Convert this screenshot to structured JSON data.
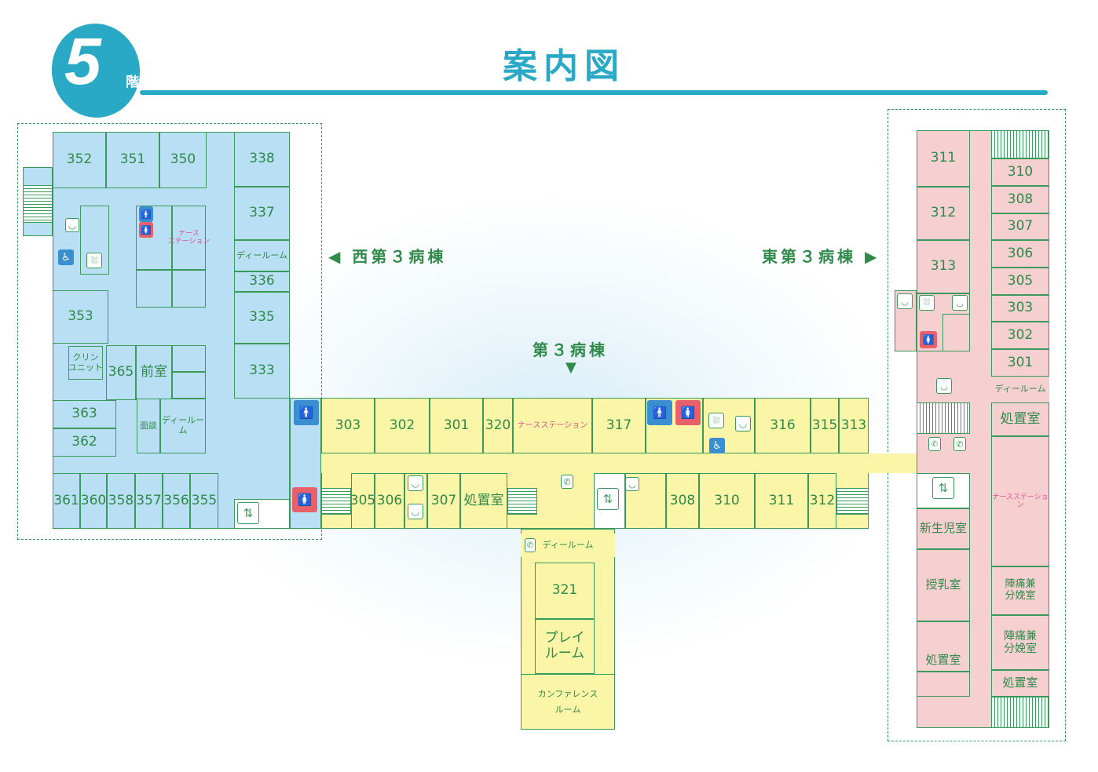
{
  "header": {
    "floor_number": "5",
    "floor_suffix": "階",
    "title": "案内図"
  },
  "wings": {
    "west": "◀ 西第３病棟",
    "east": "東第３病棟 ▶",
    "center": "第３病棟",
    "center_arrow": "▼"
  },
  "rooms": {
    "r352": "352",
    "r351": "351",
    "r350": "350",
    "r338": "338",
    "r337": "337",
    "r336": "336",
    "r335": "335",
    "r333": "333",
    "r353": "353",
    "r365": "365",
    "r363": "363",
    "r362": "362",
    "r361": "361",
    "r360": "360",
    "r358": "358",
    "r357": "357",
    "r356": "356",
    "r355": "355",
    "c303": "303",
    "c302": "302",
    "c301": "301",
    "c320": "320",
    "c317": "317",
    "c316": "316",
    "c315": "315",
    "c313": "313",
    "c305": "305",
    "c306": "306",
    "c307": "307",
    "c308": "308",
    "c310": "310",
    "c311": "311",
    "c312": "312",
    "c321": "321",
    "e311": "311",
    "e312": "312",
    "e313": "313",
    "e310": "310",
    "e308": "308",
    "e307": "307",
    "e306": "306",
    "e305": "305",
    "e303": "303",
    "e302": "302",
    "e301": "301"
  },
  "labels": {
    "west_dayroom": "ディールーム",
    "west_nurse": "ナース\nステーション",
    "clean_unit": "クリン\nユニット",
    "anteroom": "前室",
    "consult": "面談",
    "west_dayroom2": "ディールーム",
    "center_nurse": "ナースステーション",
    "treatment_center": "処置室",
    "center_dayroom": "ディールーム",
    "playroom": "プレイ\nルーム",
    "conference": "カンファレンス\nルーム",
    "east_dayroom": "ディールーム",
    "east_treatment1": "処置室",
    "east_nurse": "ナースステーション",
    "newborn": "新生児室",
    "nursing": "授乳室",
    "labor1": "陣痛兼\n分娩室",
    "labor2": "陣痛兼\n分娩室",
    "east_treatment2": "処置室",
    "east_treatment3": "処置室"
  },
  "icons": {
    "toilet_men": "🚹",
    "toilet_women": "🚺",
    "wheelchair": "♿",
    "elevator": "⇅",
    "phone": "✆",
    "shower": "⛆",
    "sink": "◡"
  },
  "colors": {
    "accent": "#29a9c5",
    "west": "#b8dff3",
    "center": "#fbf5a8",
    "east": "#f6d0d0",
    "line": "#3a9a5c"
  }
}
